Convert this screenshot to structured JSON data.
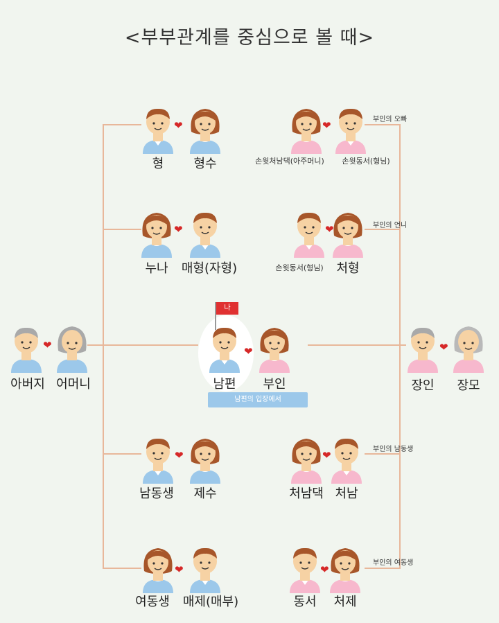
{
  "title": "<부부관계를 중심으로 볼 때>",
  "center": {
    "flag": "나",
    "husband": "남편",
    "wife": "부인",
    "caption": "남편의 입장에서"
  },
  "left_root": {
    "father": "아버지",
    "mother": "어머니"
  },
  "right_root": {
    "father_in_law": "장인",
    "mother_in_law": "장모"
  },
  "left_branches": [
    {
      "a": "형",
      "b": "형수"
    },
    {
      "a": "누나",
      "b": "매형(자형)"
    },
    {
      "a": "남동생",
      "b": "제수"
    },
    {
      "a": "여동생",
      "b": "매제(매부)"
    }
  ],
  "right_branches": [
    {
      "label": "부인의 오빠",
      "a": "손윗처남댁(아주머니)",
      "b": "손윗동서(형님)"
    },
    {
      "label": "부인의 언니",
      "a": "손윗동서(형님)",
      "b": "처형"
    },
    {
      "label": "부인의 남동생",
      "a": "처남댁",
      "b": "처남"
    },
    {
      "label": "부인의 여동생",
      "a": "동서",
      "b": "처제"
    }
  ],
  "colors": {
    "male_shirt": "#9cc8ea",
    "female_shirt": "#f7b8cd",
    "skin": "#f6d2a4",
    "hair_brown": "#a7562a",
    "line": "#e8b79a",
    "heart": "#d62828"
  }
}
